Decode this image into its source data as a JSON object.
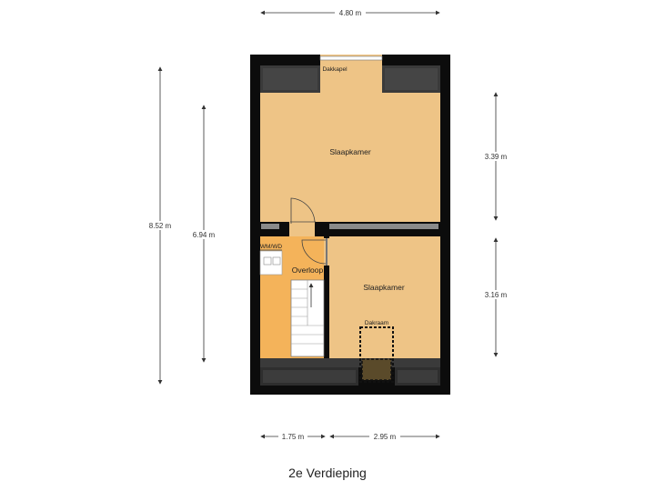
{
  "title": "2e Verdieping",
  "rooms": {
    "slaapkamer_top": "Slaapkamer",
    "slaapkamer_bottom": "Slaapkamer",
    "overloop": "Overloop",
    "wmwd": "WM/WD",
    "dakkapel": "Dakkapel",
    "dakraam": "Dakraam"
  },
  "dimensions": {
    "top_width": "4.80 m",
    "total_height": "8.52 m",
    "inner_height": "6.94 m",
    "right_upper": "3.39 m",
    "right_lower": "3.16 m",
    "bottom_left": "1.75 m",
    "bottom_right": "2.95 m"
  },
  "colors": {
    "floor": "#eec486",
    "landing": "#f4b35a",
    "wall": "#0c0c0c",
    "wall_gray": "#555555",
    "dim_line": "#333333"
  }
}
